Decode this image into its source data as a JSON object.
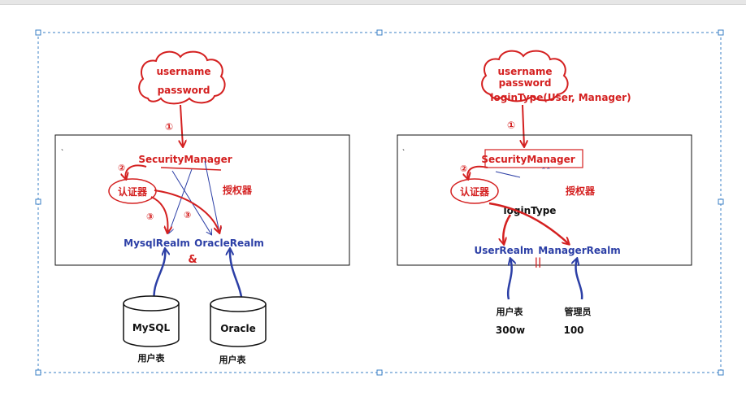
{
  "left": {
    "cloud": [
      "username",
      "password"
    ],
    "step1": "①",
    "security_manager": "SecurityManager",
    "step2": "②",
    "authenticator": "认证器",
    "authorizer": "授权器",
    "step3a": "③",
    "step3b": "③",
    "realm_a": "MysqlRealm",
    "realm_b": "OracleRealm",
    "and": "&",
    "db_a": "MySQL",
    "db_b": "Oracle",
    "db_a_caption": "用户表",
    "db_b_caption": "用户表"
  },
  "right": {
    "cloud": [
      "username",
      "password",
      "loginType(User, Manager)"
    ],
    "step1": "①",
    "security_manager": "SecurityManager",
    "step2": "②",
    "authenticator": "认证器",
    "authorizer": "授权器",
    "login_type": "loginType",
    "realm_a": "UserRealm",
    "realm_b": "ManagerRealm",
    "or": "||",
    "store_a_label": "用户表",
    "store_a_count": "300w",
    "store_b_label": "管理员",
    "store_b_count": "100"
  },
  "colors": {
    "annotation_red": "#d42020",
    "realm_blue": "#2c3fa6",
    "frame_dashed": "#3a7fc6"
  }
}
